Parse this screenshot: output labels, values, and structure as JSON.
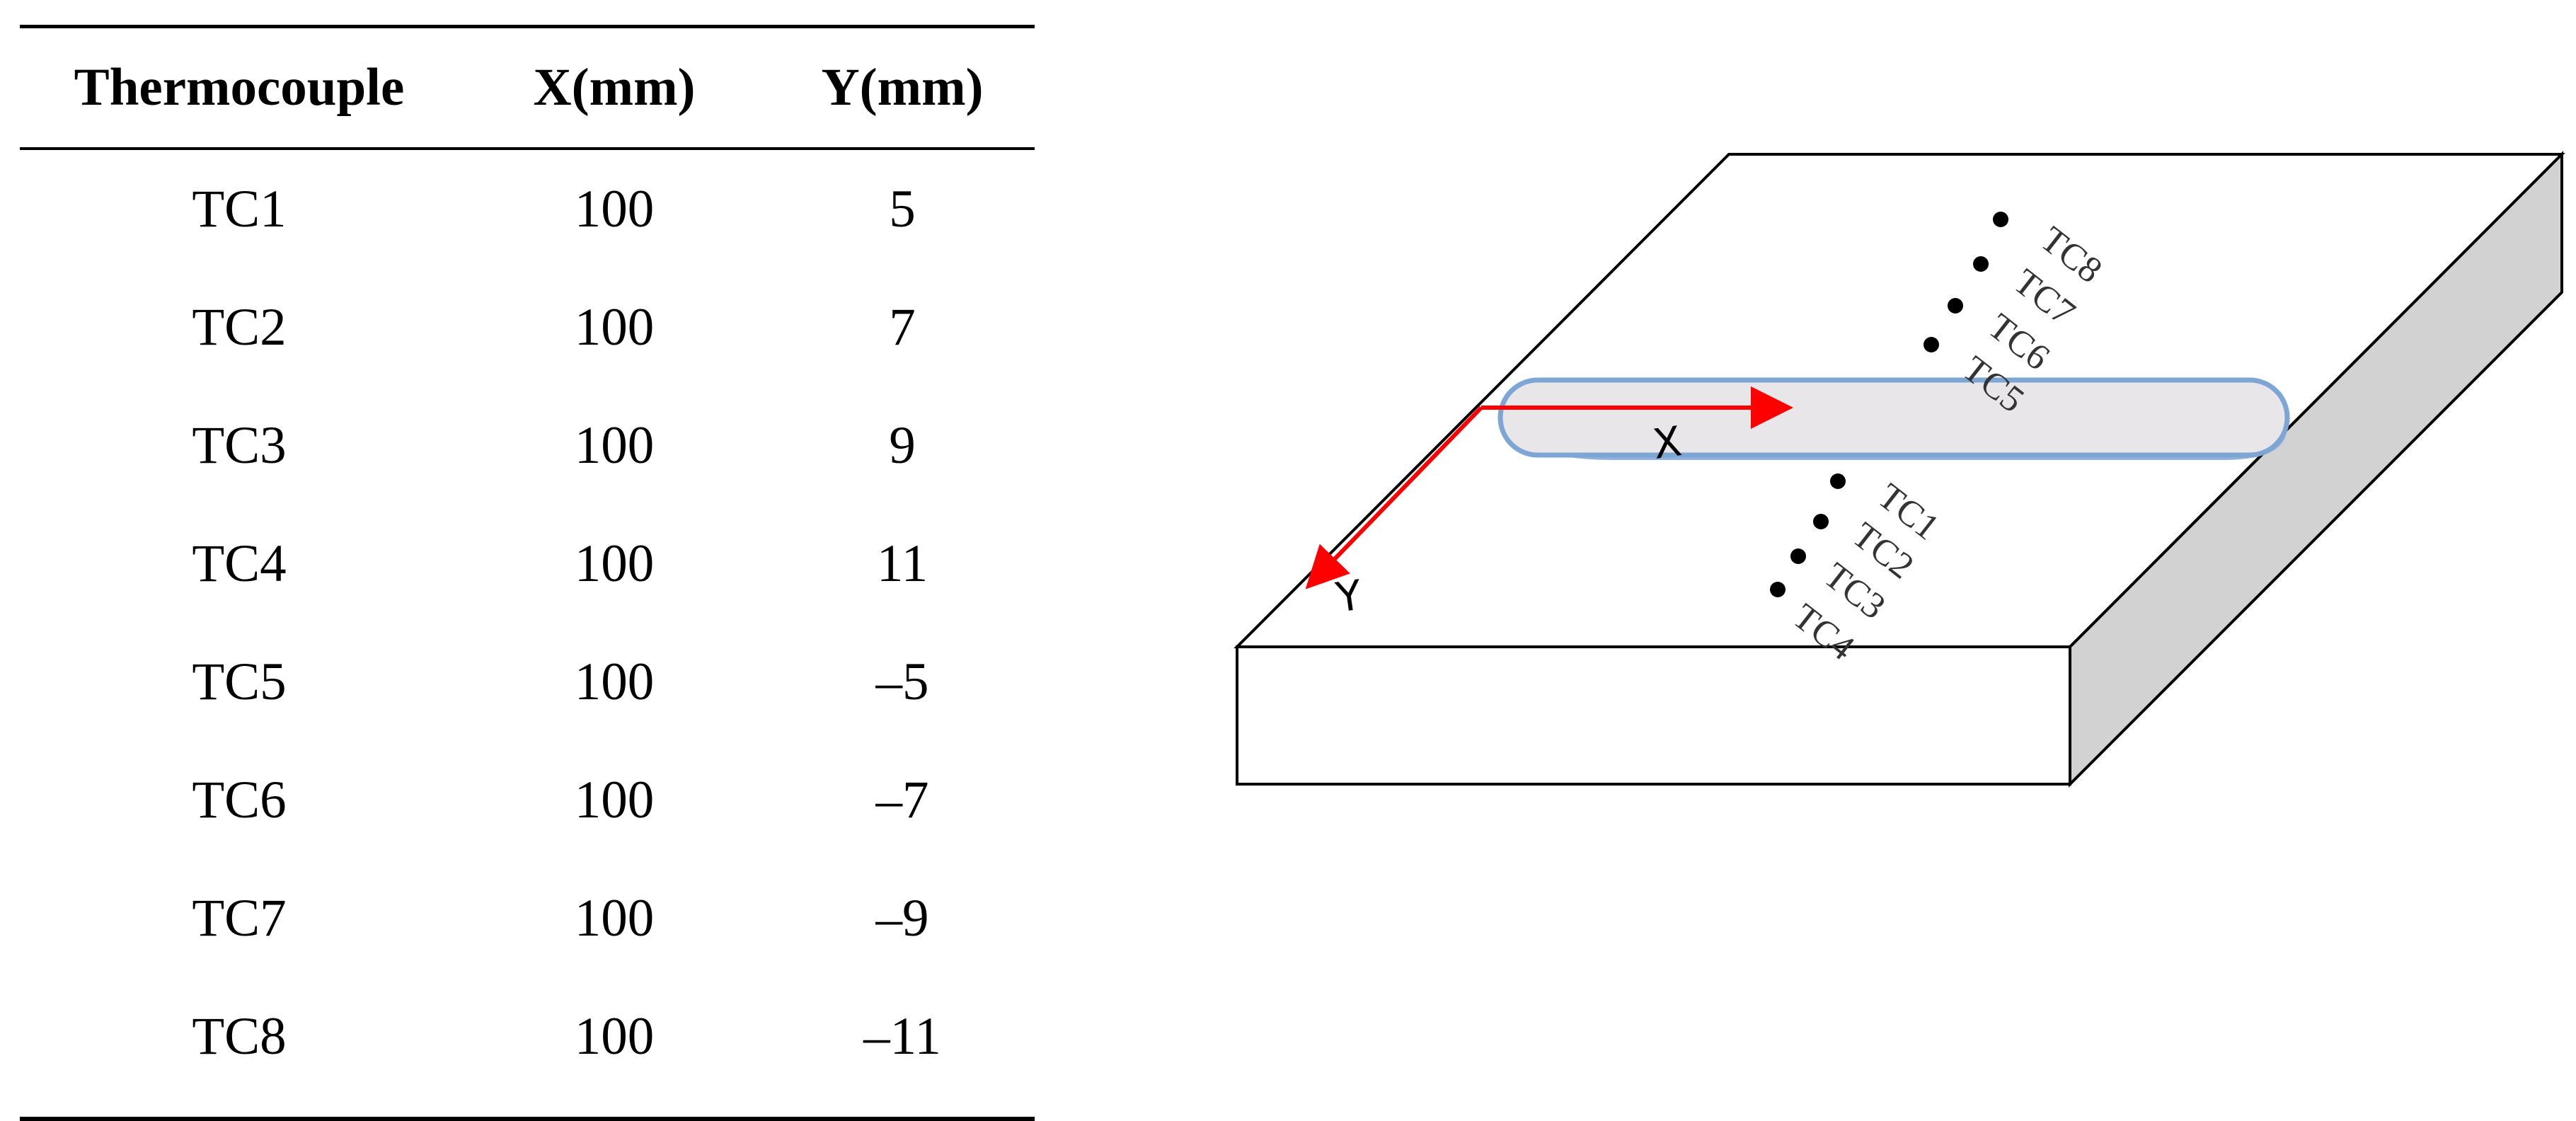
{
  "table": {
    "headers": [
      "Thermocouple",
      "X(mm)",
      "Y(mm)"
    ],
    "rows": [
      {
        "name": "TC1",
        "x": "100",
        "y": "5"
      },
      {
        "name": "TC2",
        "x": "100",
        "y": "7"
      },
      {
        "name": "TC3",
        "x": "100",
        "y": "9"
      },
      {
        "name": "TC4",
        "x": "100",
        "y": "11"
      },
      {
        "name": "TC5",
        "x": "100",
        "y": "–5"
      },
      {
        "name": "TC6",
        "x": "100",
        "y": "–7"
      },
      {
        "name": "TC7",
        "x": "100",
        "y": "–9"
      },
      {
        "name": "TC8",
        "x": "100",
        "y": "–11"
      }
    ]
  },
  "diagram": {
    "axis_x_label": "X",
    "axis_y_label": "Y",
    "tc_labels": [
      "TC1",
      "TC2",
      "TC3",
      "TC4",
      "TC5",
      "TC6",
      "TC7",
      "TC8"
    ],
    "colors": {
      "axis_arrow": "#ff0000",
      "weld_bead_fill": "#e8e6e8",
      "weld_bead_stroke": "#7ea6d4",
      "plate_side": "#d2d2d2"
    }
  }
}
